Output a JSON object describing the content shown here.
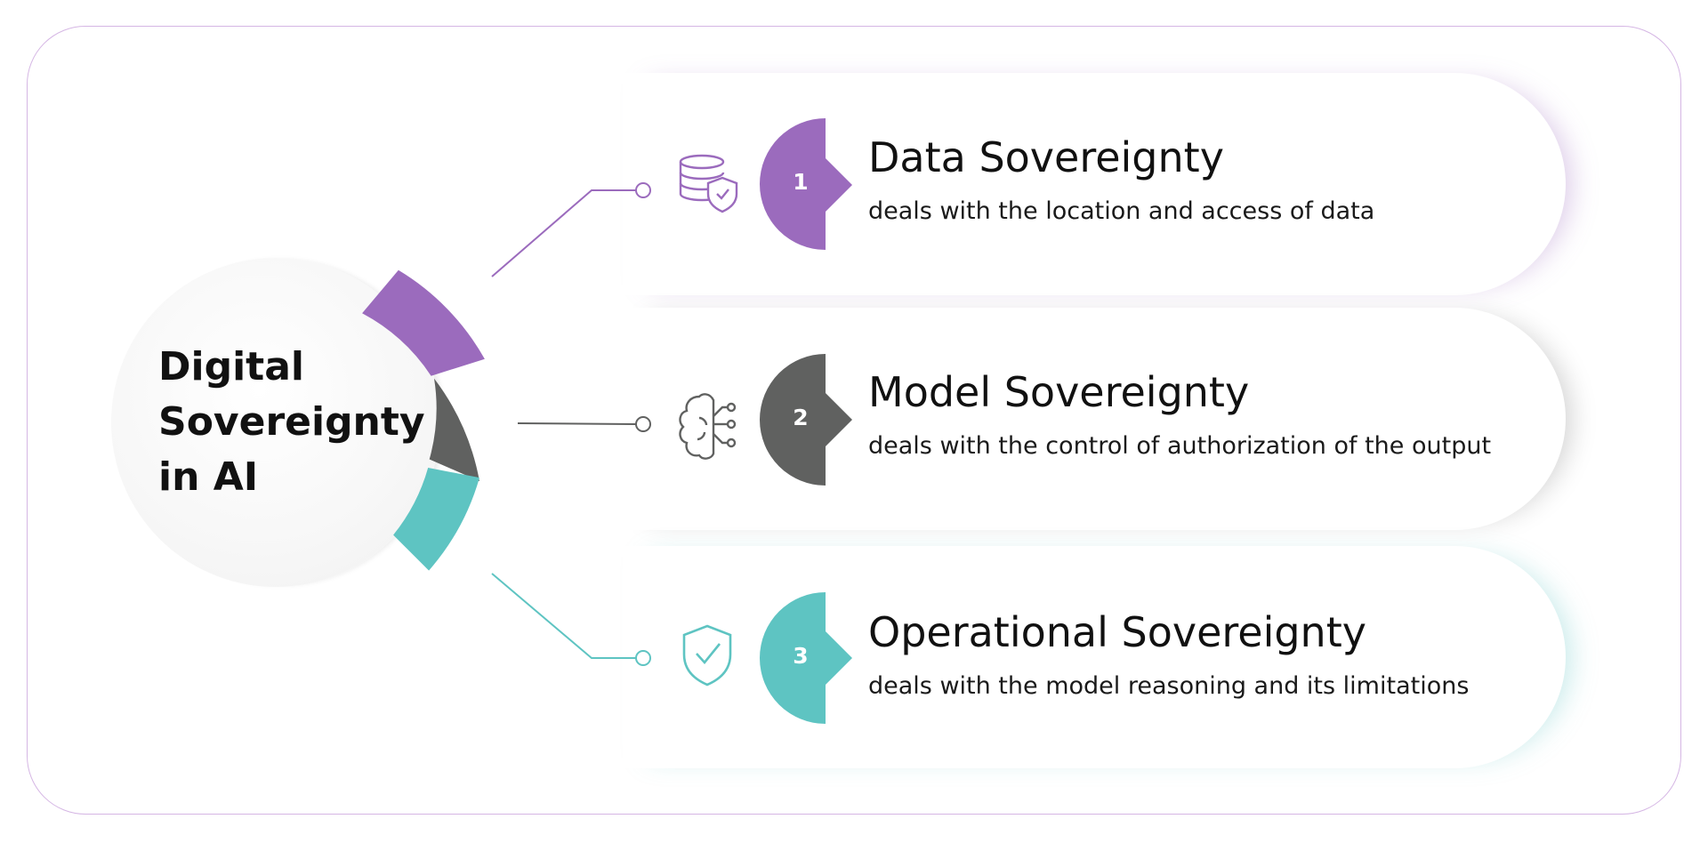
{
  "hub": {
    "title": "Digital\nSovereignty\nin AI"
  },
  "items": [
    {
      "number": "1",
      "title": "Data Sovereignty",
      "description": "deals with the location and access of data",
      "color": "#9b6bbd",
      "icon": "database-shield-icon"
    },
    {
      "number": "2",
      "title": "Model Sovereignty",
      "description": "deals with the control of authorization of the output",
      "color": "#606160",
      "icon": "brain-circuit-icon"
    },
    {
      "number": "3",
      "title": "Operational Sovereignty",
      "description": "deals with the model reasoning and its limitations",
      "color": "#5ec4c2",
      "icon": "shield-check-icon"
    }
  ],
  "colors": {
    "frame_border": "#d5b6e4",
    "hub_fill": "#f5f5f5",
    "text": "#111111"
  }
}
